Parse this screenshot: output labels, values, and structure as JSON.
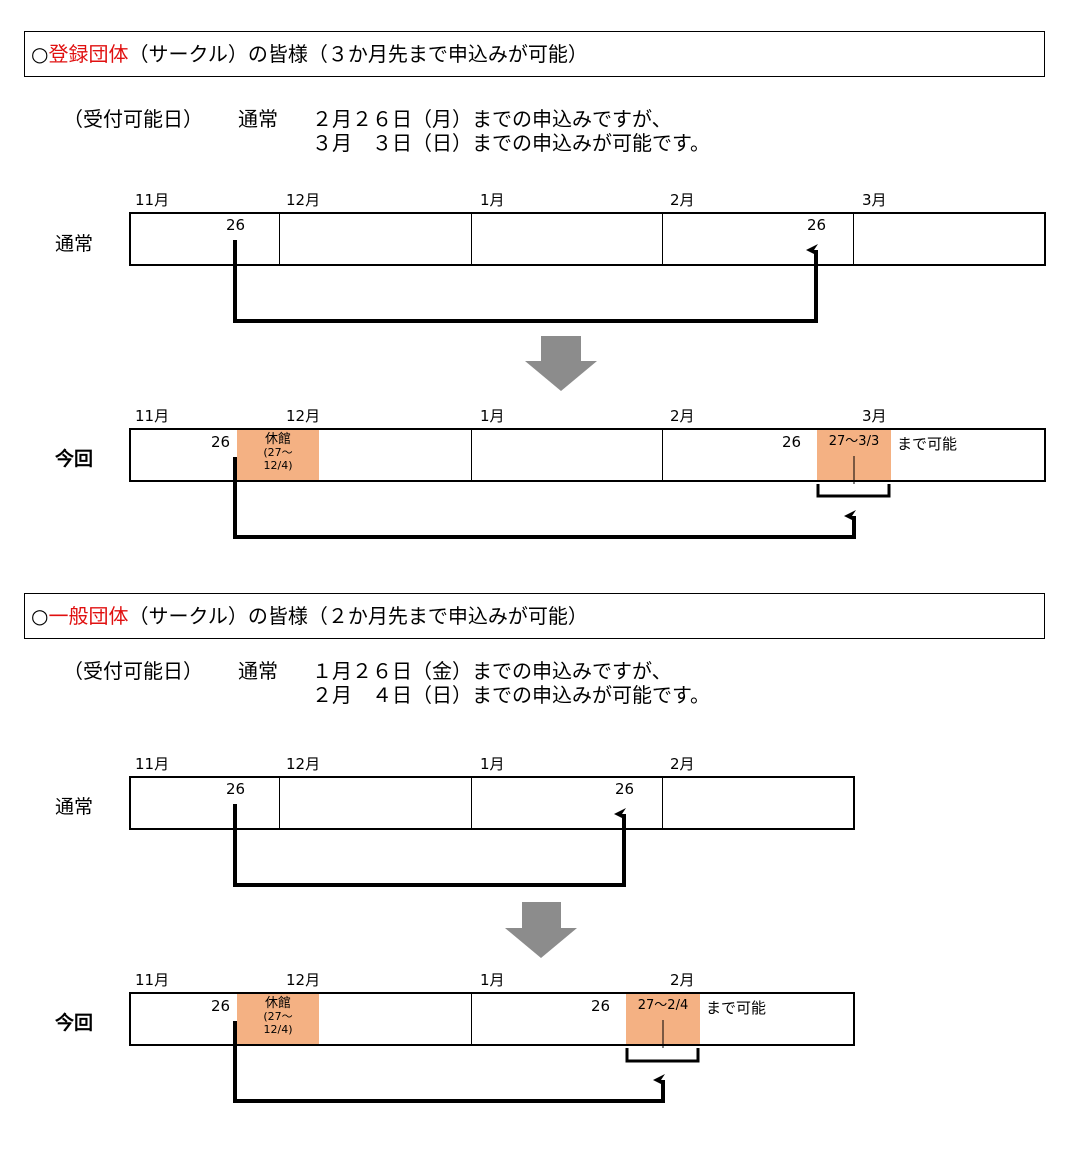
{
  "section1": {
    "header": {
      "circle": "○",
      "red": "登録団体",
      "rest": "（サークル）の皆様（３か月先まで申込みが可能）"
    },
    "info_label": "（受付可能日）",
    "info_normal": "通常",
    "info_line1": "２月２６日（月）までの申込みですが、",
    "info_line2": "３月　３日（日）までの申込みが可能です。",
    "normal_label": "通常",
    "current_label": "今回",
    "months": [
      "11月",
      "12月",
      "1月",
      "2月",
      "3月"
    ],
    "normal_start": "26",
    "normal_end": "26",
    "current_start": "26",
    "current_end": "26",
    "closed_title": "休館",
    "closed_range1": "(27～",
    "closed_range2": "12/4)",
    "extended_range": "27～3/3",
    "extended_note": "まで可能"
  },
  "section2": {
    "header": {
      "circle": "○",
      "red": "一般団体",
      "rest": "（サークル）の皆様（２か月先まで申込みが可能）"
    },
    "info_label": "（受付可能日）",
    "info_normal": "通常",
    "info_line1": "１月２６日（金）までの申込みですが、",
    "info_line2": "２月　４日（日）までの申込みが可能です。",
    "normal_label": "通常",
    "current_label": "今回",
    "months": [
      "11月",
      "12月",
      "1月",
      "2月"
    ],
    "normal_start": "26",
    "normal_end": "26",
    "current_start": "26",
    "current_end": "26",
    "closed_title": "休館",
    "closed_range1": "(27～",
    "closed_range2": "12/4)",
    "extended_range": "27～2/4",
    "extended_note": "まで可能"
  },
  "colors": {
    "highlight": "#f4b183",
    "accent_red": "#e01010",
    "down_arrow": "#8c8c8c"
  }
}
